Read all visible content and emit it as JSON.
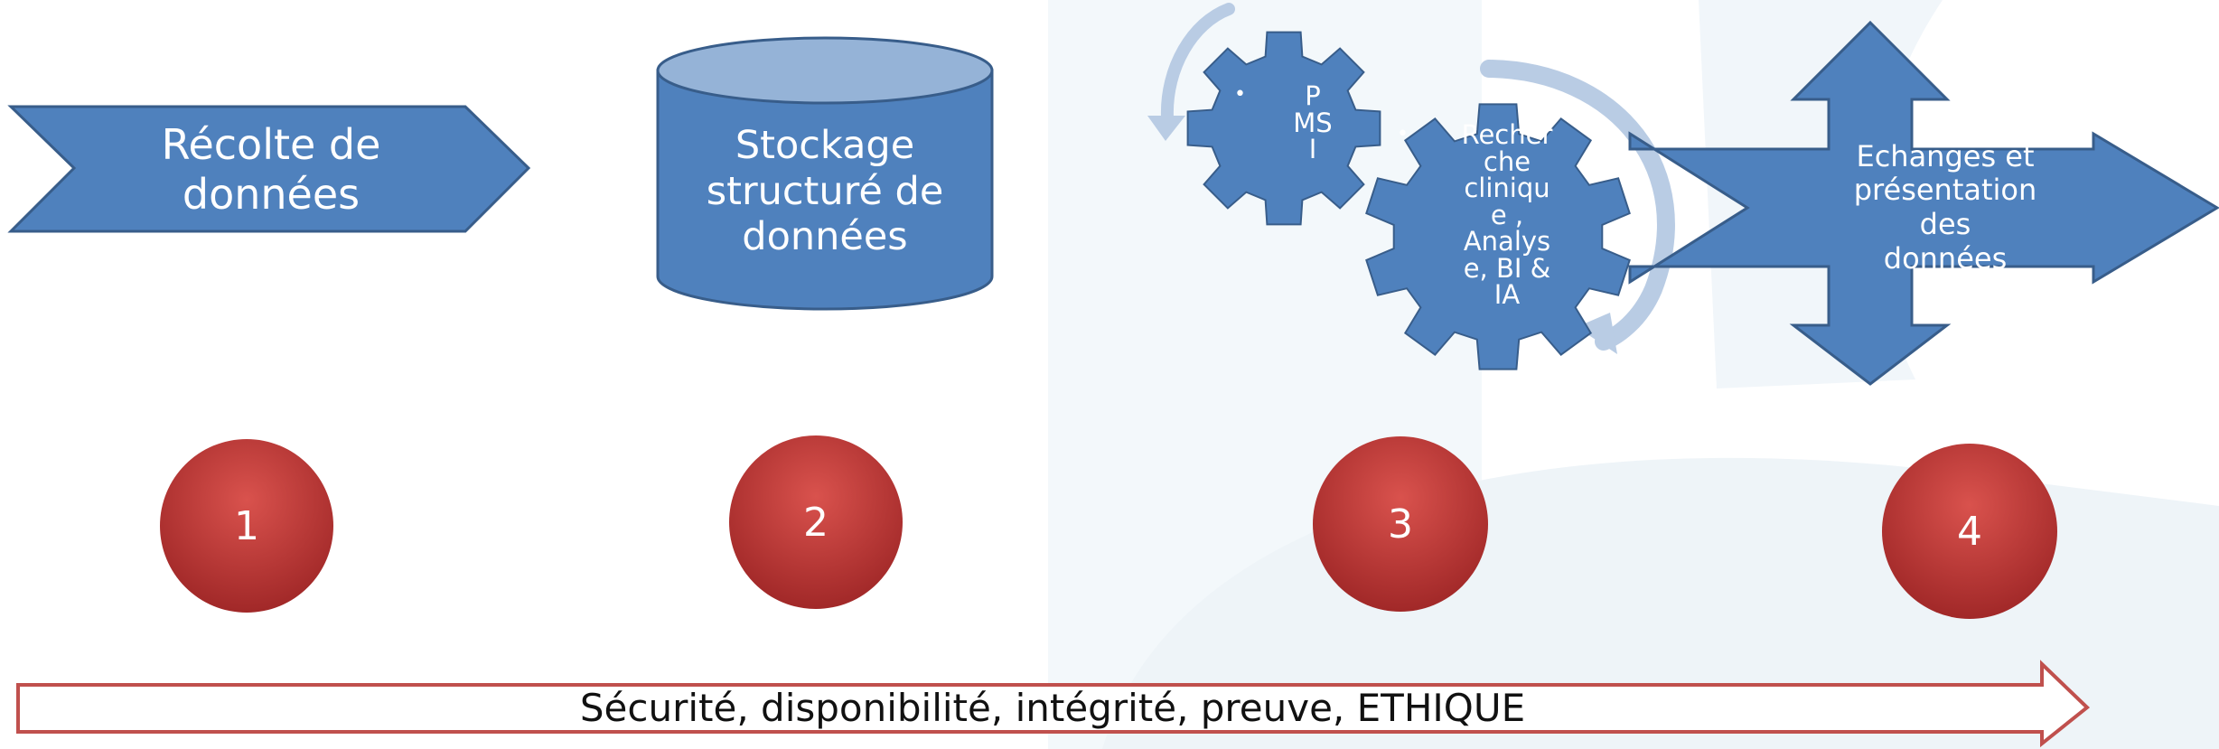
{
  "steps": [
    {
      "label": "Récolte de\ndonnées",
      "number": "1"
    },
    {
      "label": "Stockage\nstructuré de\ndonnées",
      "number": "2"
    },
    {
      "label": "PMSI / Recherche clinique, Analyse, BI & IA",
      "number": "3"
    },
    {
      "label": "Echanges et\nprésentation\ndes données",
      "number": "4"
    }
  ],
  "gears": {
    "small_text": "P\nMS\nI",
    "large_text": "Recher\nche\ncliniqu\ne ,\nAnalys\ne, BI &\nIA"
  },
  "footer": {
    "text": "Sécurité, disponibilité, intégrité, preuve, ETHIQUE"
  },
  "colors": {
    "shape_fill": "#4f81bd",
    "shape_stroke": "#385d8a",
    "cylinder_top": "#95b3d7",
    "curved_arrow": "#b9cce4",
    "circle_light": "#d24a46",
    "circle_dark": "#9b2222",
    "footer_stroke": "#c0504d",
    "watermark": "#eef4f8"
  }
}
